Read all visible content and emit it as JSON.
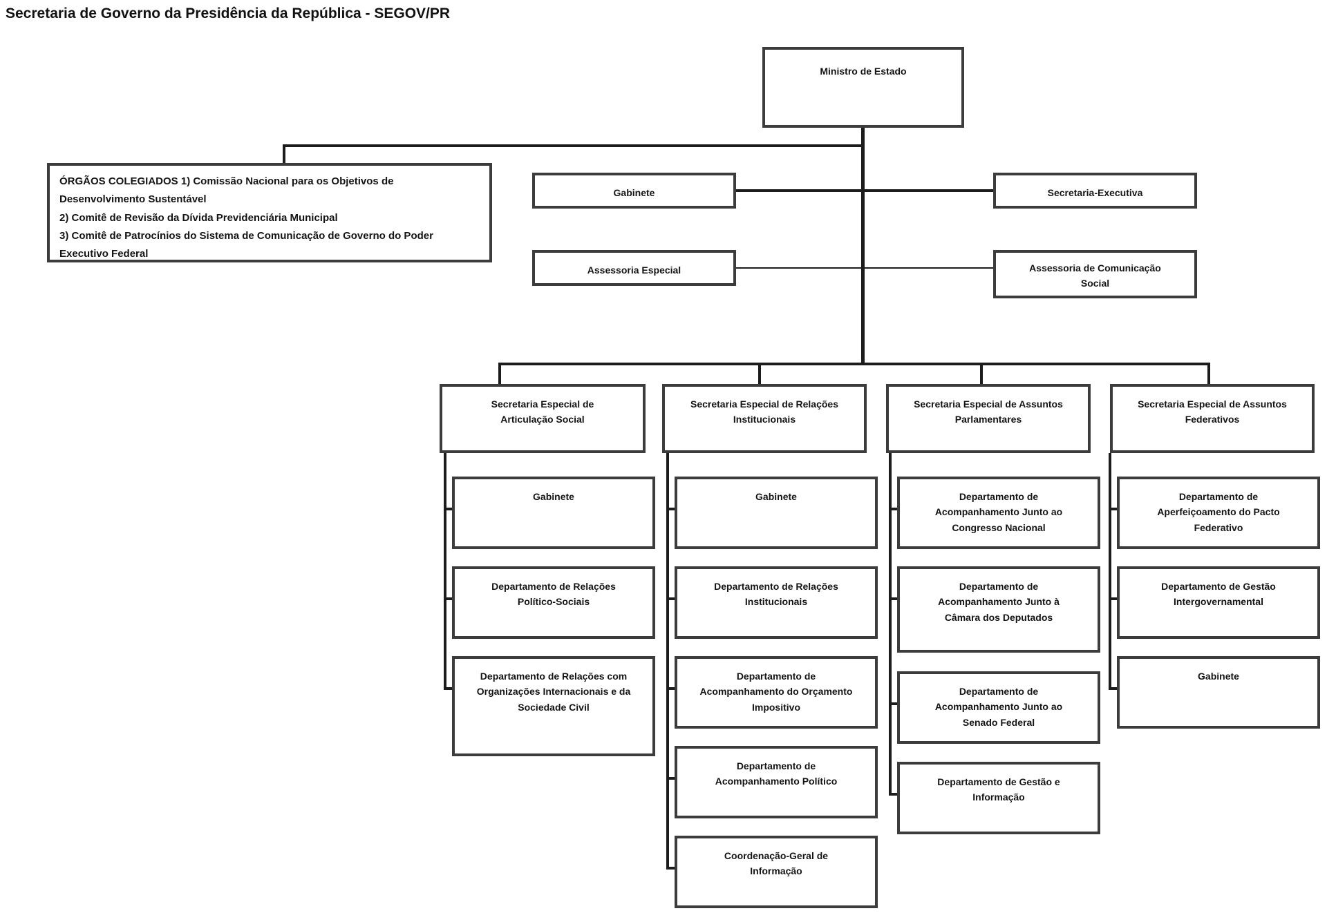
{
  "title": "Secretaria de Governo da Presidência da República - SEGOV/PR",
  "colors": {
    "background": "#ffffff",
    "box_border": "#3c3c3c",
    "connector": "#1c1c1c",
    "text": "#141414"
  },
  "org": {
    "root": "Ministro de Estado",
    "colegiados": "ÓRGÃOS COLEGIADOS 1) Comissão Nacional para os Objetivos de\nDesenvolvimento Sustentável\n2) Comitê de Revisão da Dívida Previdenciária Municipal\n3) Comitê de Patrocínios do Sistema de Comunicação de Governo do Poder\nExecutivo Federal",
    "staff_left": [
      "Gabinete",
      "Assessoria Especial"
    ],
    "staff_right": [
      "Secretaria-Executiva",
      "Assessoria de Comunicação\nSocial"
    ],
    "secretarias": [
      {
        "label": "Secretaria Especial de\nArticulação Social",
        "children": [
          "Gabinete",
          "Departamento de Relações\nPolítico-Sociais",
          "Departamento de Relações com\nOrganizações Internacionais e da\nSociedade Civil"
        ]
      },
      {
        "label": "Secretaria Especial de Relações\nInstitucionais",
        "children": [
          "Gabinete",
          "Departamento de Relações\nInstitucionais",
          "Departamento de\nAcompanhamento do Orçamento\nImpositivo",
          "Departamento de\nAcompanhamento Político",
          "Coordenação-Geral de\nInformação"
        ]
      },
      {
        "label": "Secretaria Especial de Assuntos\nParlamentares",
        "children": [
          "Departamento de\nAcompanhamento Junto ao\nCongresso Nacional",
          "Departamento de\nAcompanhamento Junto à\nCâmara dos Deputados",
          "Departamento de\nAcompanhamento Junto ao\nSenado Federal",
          "Departamento de Gestão e\nInformação"
        ]
      },
      {
        "label": "Secretaria Especial de Assuntos\nFederativos",
        "children": [
          "Departamento de\nAperfeiçoamento do Pacto\nFederativo",
          "Departamento de Gestão\nIntergovernamental",
          "Gabinete"
        ]
      }
    ]
  }
}
